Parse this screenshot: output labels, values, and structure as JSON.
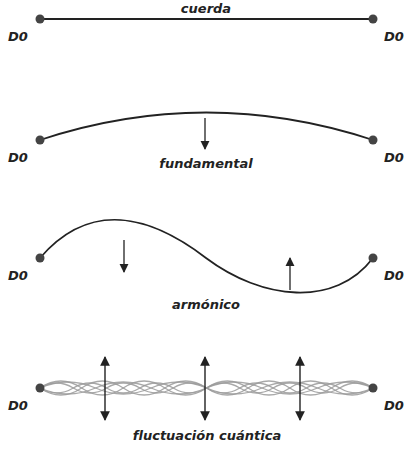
{
  "diagram": {
    "labels": [
      "cuerda",
      "D0",
      "D0",
      "D0",
      "D0",
      "fundamental",
      "D0",
      "D0",
      "armónico",
      "D0",
      "D0",
      "fluctuación cuántica"
    ]
  }
}
